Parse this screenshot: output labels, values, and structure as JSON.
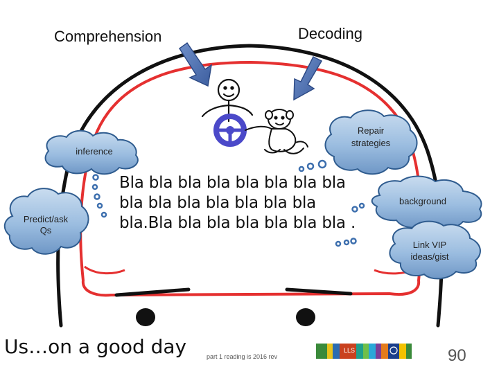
{
  "labels": {
    "comprehension": "Comprehension",
    "decoding": "Decoding"
  },
  "clouds": {
    "inference": "inference",
    "predict_ask": [
      "Predict/ask",
      "Qs"
    ],
    "repair": [
      "Repair",
      "strategies"
    ],
    "background": "background",
    "link_vip": [
      "Link VIP",
      "ideas/gist"
    ]
  },
  "body_text": [
    "Bla bla bla bla bla bla bla bla",
    "bla bla bla bla bla bla bla",
    "bla.Bla bla bla bla bla bla bla ."
  ],
  "caption": "Us…on a good day",
  "footer": {
    "source_note": "part 1 reading is 2016 rev",
    "logo_text": "LLS",
    "page_number": "90"
  },
  "colors": {
    "head_outline": "#111111",
    "brain_outline": "#e02020",
    "arrow_fill": "#4a6fb3",
    "cloud_fill": "#8fb2d8",
    "cloud_edge": "#2f5c8f",
    "wheel": "#4b49c9"
  },
  "icons": {
    "stick_figure": "stick-figure-driver-icon",
    "monkey": "monkey-icon",
    "steering_wheel": "steering-wheel-icon"
  }
}
